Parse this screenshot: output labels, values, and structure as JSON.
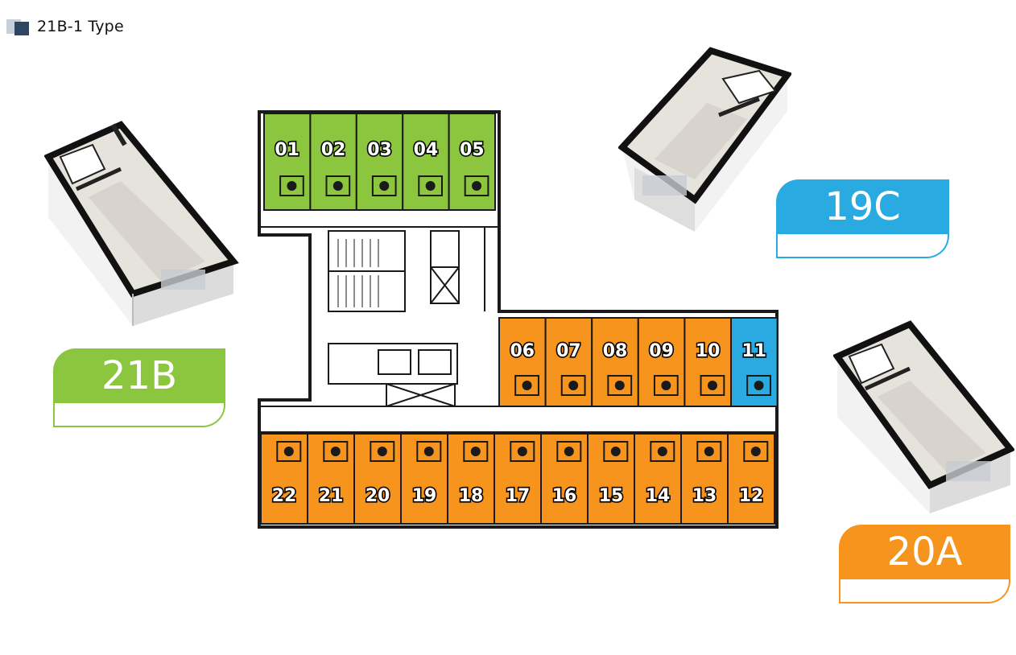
{
  "header": {
    "label": "21B-1 Type"
  },
  "badges": [
    {
      "id": "21b",
      "label": "21B",
      "color": "#8cc63f"
    },
    {
      "id": "19c",
      "label": "19C",
      "color": "#29abe2"
    },
    {
      "id": "20a",
      "label": "20A",
      "color": "#f7941d"
    }
  ],
  "colors": {
    "green": "#8cc63f",
    "orange": "#f7941d",
    "blue": "#29abe2",
    "wall": "#1a1a1a"
  },
  "plan": {
    "rooms_top": [
      {
        "label": "01",
        "type": "21B"
      },
      {
        "label": "02",
        "type": "21B"
      },
      {
        "label": "03",
        "type": "21B"
      },
      {
        "label": "04",
        "type": "21B"
      },
      {
        "label": "05",
        "type": "21B"
      }
    ],
    "rooms_right": [
      {
        "label": "06",
        "type": "20A"
      },
      {
        "label": "07",
        "type": "20A"
      },
      {
        "label": "08",
        "type": "20A"
      },
      {
        "label": "09",
        "type": "20A"
      },
      {
        "label": "10",
        "type": "20A"
      },
      {
        "label": "11",
        "type": "19C"
      }
    ],
    "rooms_bottom": [
      {
        "label": "22",
        "type": "20A"
      },
      {
        "label": "21",
        "type": "20A"
      },
      {
        "label": "20",
        "type": "20A"
      },
      {
        "label": "19",
        "type": "20A"
      },
      {
        "label": "18",
        "type": "20A"
      },
      {
        "label": "17",
        "type": "20A"
      },
      {
        "label": "16",
        "type": "20A"
      },
      {
        "label": "15",
        "type": "20A"
      },
      {
        "label": "14",
        "type": "20A"
      },
      {
        "label": "13",
        "type": "20A"
      },
      {
        "label": "12",
        "type": "20A"
      }
    ]
  }
}
